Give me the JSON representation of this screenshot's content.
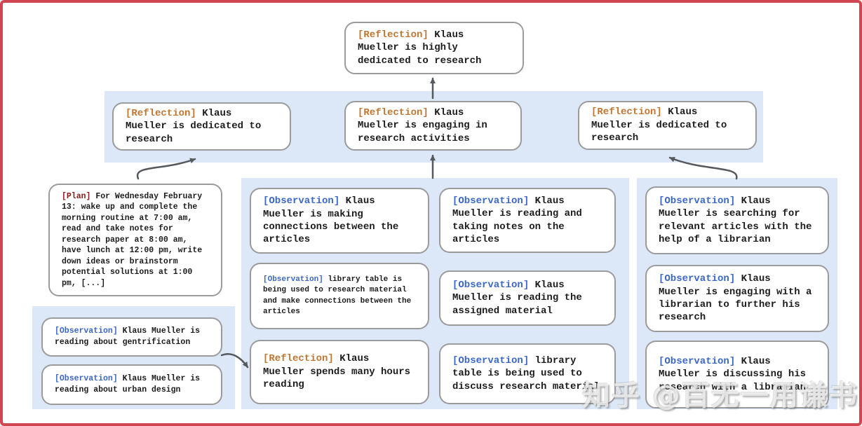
{
  "colors": {
    "frame_border": "#d24552",
    "band_background": "#dce8f7",
    "node_border": "#9b9b9b",
    "reflection_tag": "#bf7734",
    "observation_tag": "#3b67c5",
    "plan_tag": "#8b1a1a",
    "text": "#1c1c1c",
    "arrow": "#55595e"
  },
  "nodes": {
    "top": {
      "tag": "[Reflection]",
      "text": "Klaus Mueller is highly dedicated to research"
    },
    "level2": [
      {
        "tag": "[Reflection]",
        "text": "Klaus Mueller is dedicated to research"
      },
      {
        "tag": "[Reflection]",
        "text": "Klaus Mueller is engaging in research activities"
      },
      {
        "tag": "[Reflection]",
        "text": "Klaus Mueller is dedicated to research"
      }
    ],
    "plan": {
      "tag": "[Plan]",
      "text": "For Wednesday February 13: wake up and complete the morning routine at 7:00 am, read and take notes for research paper at 8:00 am, have lunch at 12:00 pm, write down ideas or brainstorm potential solutions at 1:00 pm, [...]"
    },
    "left_observations": [
      {
        "tag": "[Observation]",
        "text": "Klaus Mueller is reading about gentrification"
      },
      {
        "tag": "[Observation]",
        "text": "Klaus Mueller is reading about urban design"
      }
    ],
    "middle_col1": [
      {
        "tag": "[Observation]",
        "text": "Klaus Mueller is making connections between the articles"
      },
      {
        "tag": "[Observation]",
        "text": "library table is being used to research material and make connections between the articles"
      },
      {
        "tag": "[Reflection]",
        "text": "Klaus Mueller spends many hours reading"
      }
    ],
    "middle_col2": [
      {
        "tag": "[Observation]",
        "text": "Klaus Mueller is reading and taking notes on the articles"
      },
      {
        "tag": "[Observation]",
        "text": "Klaus Mueller is reading the assigned material"
      },
      {
        "tag": "[Observation]",
        "text": "library table is being used to discuss research material"
      }
    ],
    "right_col": [
      {
        "tag": "[Observation]",
        "text": "Klaus Mueller is searching for relevant articles with the help of a librarian"
      },
      {
        "tag": "[Observation]",
        "text": "Klaus Mueller is engaging with a librarian to further his research"
      },
      {
        "tag": "[Observation]",
        "text": "Klaus Mueller is discussing his research with a librarian"
      }
    ]
  },
  "watermark": {
    "text": "知乎 @百无一用谦书生"
  }
}
